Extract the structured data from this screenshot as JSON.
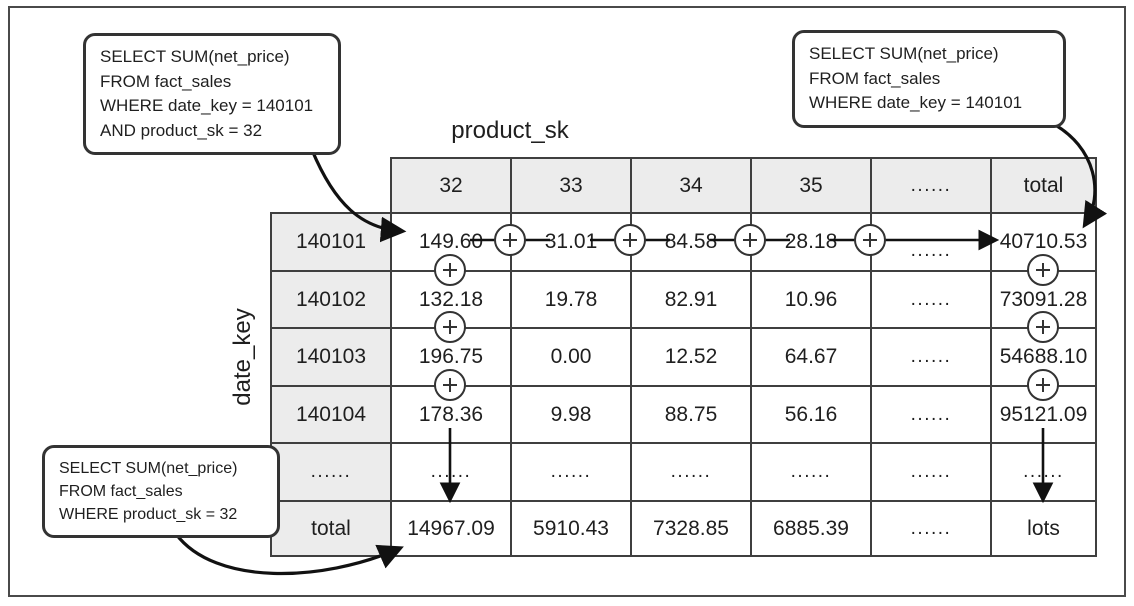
{
  "callouts": {
    "cell_sum": {
      "lines": [
        "SELECT SUM(net_price)",
        "FROM fact_sales",
        "WHERE date_key = 140101",
        "AND product_sk = 32"
      ]
    },
    "row_sum": {
      "lines": [
        "SELECT SUM(net_price)",
        "FROM fact_sales",
        "WHERE date_key = 140101"
      ]
    },
    "column_sum": {
      "lines": [
        "SELECT SUM(net_price)",
        "FROM fact_sales",
        "WHERE product_sk = 32"
      ]
    }
  },
  "axes": {
    "column_label": "product_sk",
    "row_label": "date_key"
  },
  "table": {
    "column_headers": [
      "32",
      "33",
      "34",
      "35",
      "......",
      "total"
    ],
    "row_headers": [
      "140101",
      "140102",
      "140103",
      "140104",
      "......",
      "total"
    ],
    "rows": [
      [
        "149.60",
        "31.01",
        "84.58",
        "28.18",
        "......",
        "40710.53"
      ],
      [
        "132.18",
        "19.78",
        "82.91",
        "10.96",
        "......",
        "73091.28"
      ],
      [
        "196.75",
        "0.00",
        "12.52",
        "64.67",
        "......",
        "54688.10"
      ],
      [
        "178.36",
        "9.98",
        "88.75",
        "56.16",
        "......",
        "95121.09"
      ],
      [
        "......",
        "......",
        "......",
        "......",
        "......",
        "......"
      ],
      [
        "14967.09",
        "5910.43",
        "7328.85",
        "6885.39",
        "......",
        "lots"
      ]
    ]
  },
  "symbols": {
    "plus": "+"
  },
  "colors": {
    "header_fill": "#ececec",
    "grid_border": "#3f3f3f",
    "arrow": "#111111",
    "text": "#1f1f1f",
    "background": "#ffffff"
  }
}
